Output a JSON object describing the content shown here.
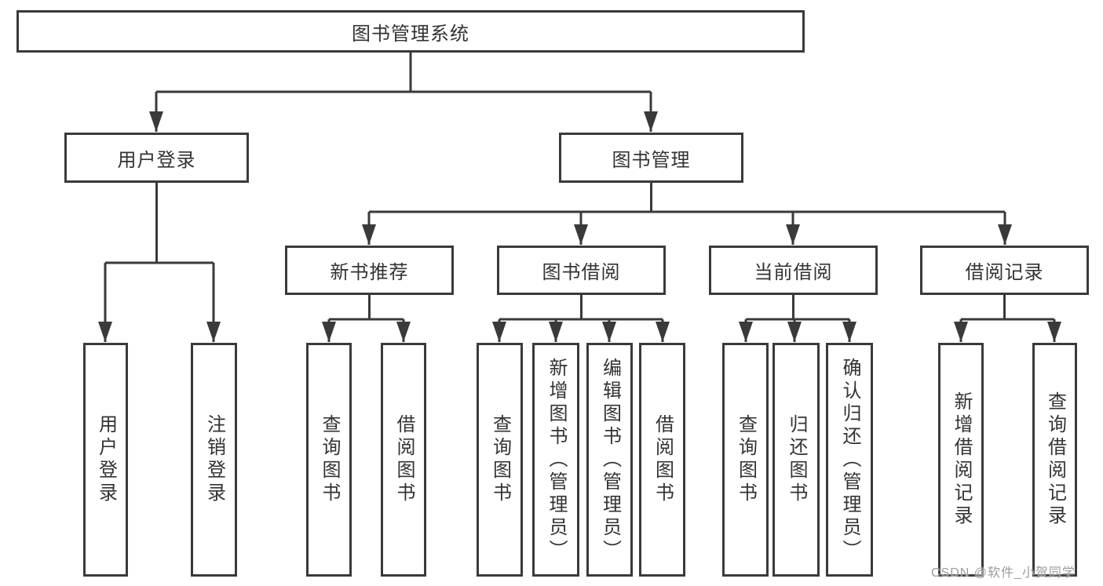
{
  "diagram": {
    "type": "hierarchy-tree",
    "title": "图书管理系统"
  },
  "nodes": {
    "root": {
      "label": "图书管理系统"
    },
    "user_login": {
      "label": "用户登录"
    },
    "book_management": {
      "label": "图书管理"
    },
    "new_book_recommend": {
      "label": "新书推荐"
    },
    "book_borrowing": {
      "label": "图书借阅"
    },
    "current_borrowing": {
      "label": "当前借阅"
    },
    "borrowing_records": {
      "label": "借阅记录"
    },
    "user_login_leaf": {
      "label": "用户登录"
    },
    "logout_leaf": {
      "label": "注销登录"
    },
    "query_books_recommend": {
      "label": "查询图书"
    },
    "borrow_books_recommend": {
      "label": "借阅图书"
    },
    "query_books_borrowing": {
      "label": "查询图书"
    },
    "add_books_admin": {
      "label": "新增图书（管理员）"
    },
    "edit_books_admin": {
      "label": "编辑图书（管理员）"
    },
    "borrow_books_borrowing": {
      "label": "借阅图书"
    },
    "query_books_current": {
      "label": "查询图书"
    },
    "return_books": {
      "label": "归还图书"
    },
    "confirm_return_admin": {
      "label": "确认归还（管理员）"
    },
    "add_borrow_record": {
      "label": "新增借阅记录"
    },
    "query_borrow_record": {
      "label": "查询借阅记录"
    }
  },
  "edges": [
    [
      "root",
      "user_login"
    ],
    [
      "root",
      "book_management"
    ],
    [
      "user_login",
      "user_login_leaf"
    ],
    [
      "user_login",
      "logout_leaf"
    ],
    [
      "book_management",
      "new_book_recommend"
    ],
    [
      "book_management",
      "book_borrowing"
    ],
    [
      "book_management",
      "current_borrowing"
    ],
    [
      "book_management",
      "borrowing_records"
    ],
    [
      "new_book_recommend",
      "query_books_recommend"
    ],
    [
      "new_book_recommend",
      "borrow_books_recommend"
    ],
    [
      "book_borrowing",
      "query_books_borrowing"
    ],
    [
      "book_borrowing",
      "add_books_admin"
    ],
    [
      "book_borrowing",
      "edit_books_admin"
    ],
    [
      "book_borrowing",
      "borrow_books_borrowing"
    ],
    [
      "current_borrowing",
      "query_books_current"
    ],
    [
      "current_borrowing",
      "return_books"
    ],
    [
      "current_borrowing",
      "confirm_return_admin"
    ],
    [
      "borrowing_records",
      "add_borrow_record"
    ],
    [
      "borrowing_records",
      "query_borrow_record"
    ]
  ],
  "watermark": {
    "text": "CSDN @软件_小贺同学"
  },
  "colors": {
    "line": "#3a3a3a",
    "text": "#333333",
    "watermark": "#9c9c9c",
    "background": "#ffffff"
  }
}
